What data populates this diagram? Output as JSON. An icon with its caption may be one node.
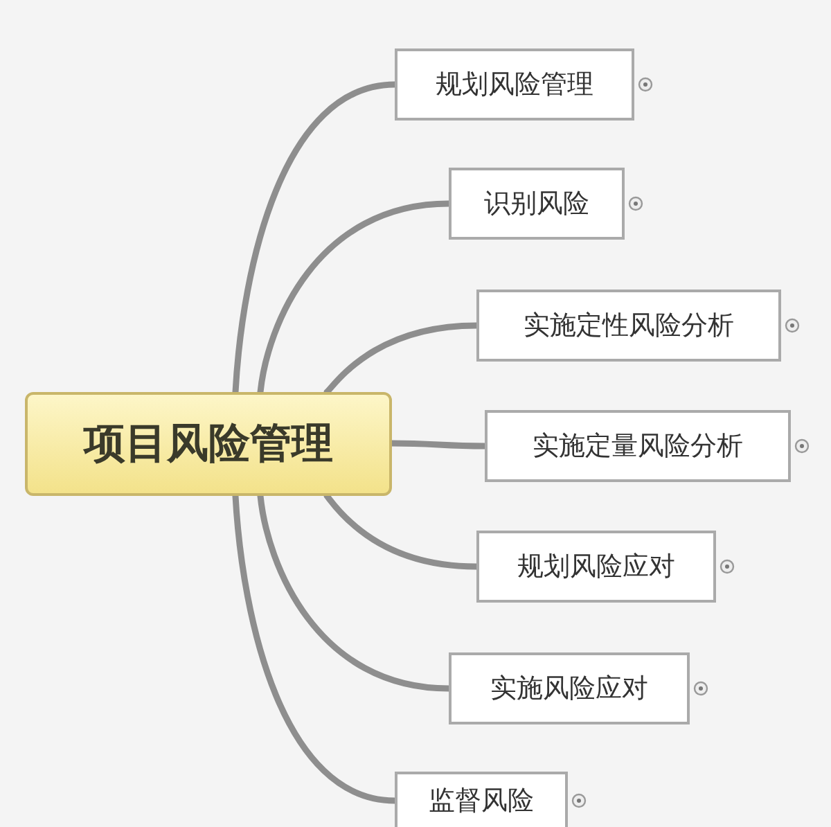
{
  "diagram": {
    "nodes": [
      {
        "text": [
          "项目风险管理"
        ]
      },
      {
        "text": [
          "规划风险管理"
        ]
      },
      {
        "text": [
          "识别风险"
        ]
      },
      {
        "text": [
          "实施定性风险分析"
        ]
      },
      {
        "text": [
          "实施定量风险分析"
        ]
      },
      {
        "text": [
          "规划风险应对"
        ]
      },
      {
        "text": [
          "实施风险应对"
        ]
      },
      {
        "text": [
          "监督风险"
        ]
      }
    ],
    "edges": [
      {
        "from": 0,
        "to": 1,
        "arrow": "none"
      },
      {
        "from": 0,
        "to": 2,
        "arrow": "none"
      },
      {
        "from": 0,
        "to": 3,
        "arrow": "none"
      },
      {
        "from": 0,
        "to": 4,
        "arrow": "none"
      },
      {
        "from": 0,
        "to": 5,
        "arrow": "none"
      },
      {
        "from": 0,
        "to": 6,
        "arrow": "none"
      },
      {
        "from": 0,
        "to": 7,
        "arrow": "none"
      }
    ]
  }
}
